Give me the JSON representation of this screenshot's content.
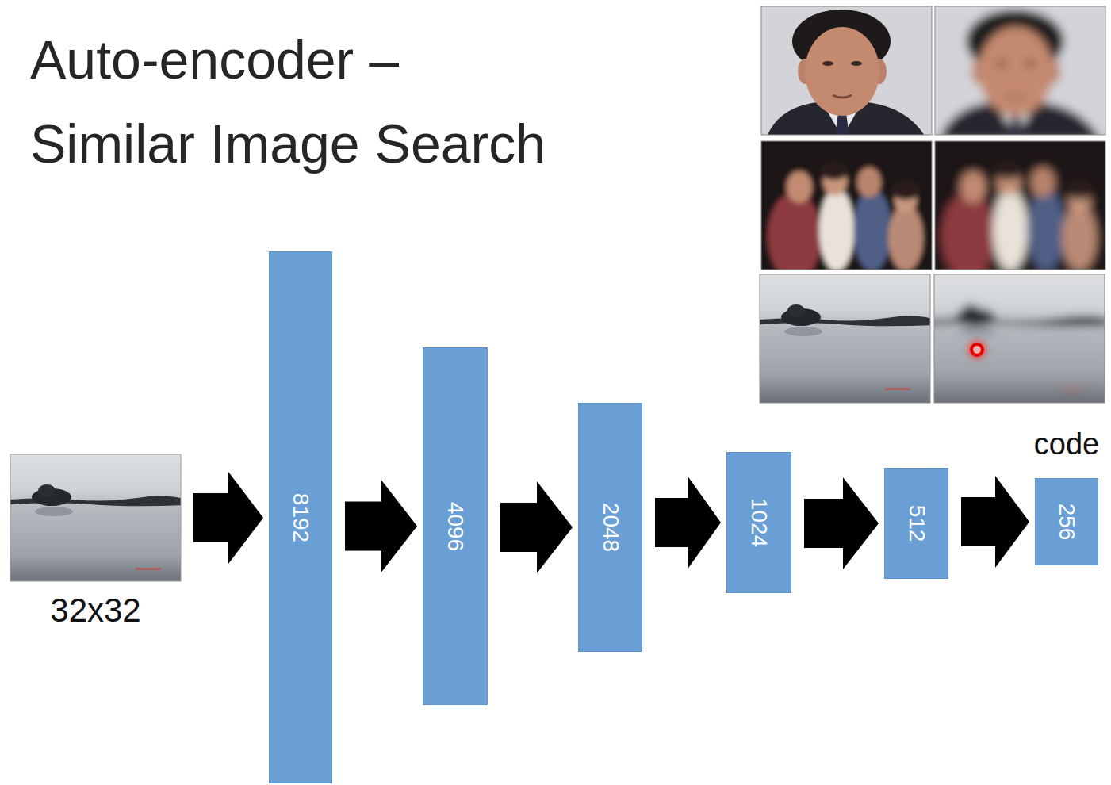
{
  "diagram": {
    "title": "Auto-encoder – Similar Image Search",
    "nodes": [
      {
        "text": [
          "32x32"
        ]
      },
      {
        "text": [
          "8192"
        ]
      },
      {
        "text": [
          "4096"
        ]
      },
      {
        "text": [
          "2048"
        ]
      },
      {
        "text": [
          "1024"
        ]
      },
      {
        "text": [
          "512"
        ]
      },
      {
        "text": [
          "code",
          "256"
        ]
      }
    ],
    "edges": [
      {
        "from": 0,
        "to": 1,
        "arrow": "to"
      },
      {
        "from": 1,
        "to": 2,
        "arrow": "to"
      },
      {
        "from": 2,
        "to": 3,
        "arrow": "to"
      },
      {
        "from": 3,
        "to": 4,
        "arrow": "to"
      },
      {
        "from": 4,
        "to": 5,
        "arrow": "to"
      },
      {
        "from": 5,
        "to": 6,
        "arrow": "to"
      }
    ]
  }
}
